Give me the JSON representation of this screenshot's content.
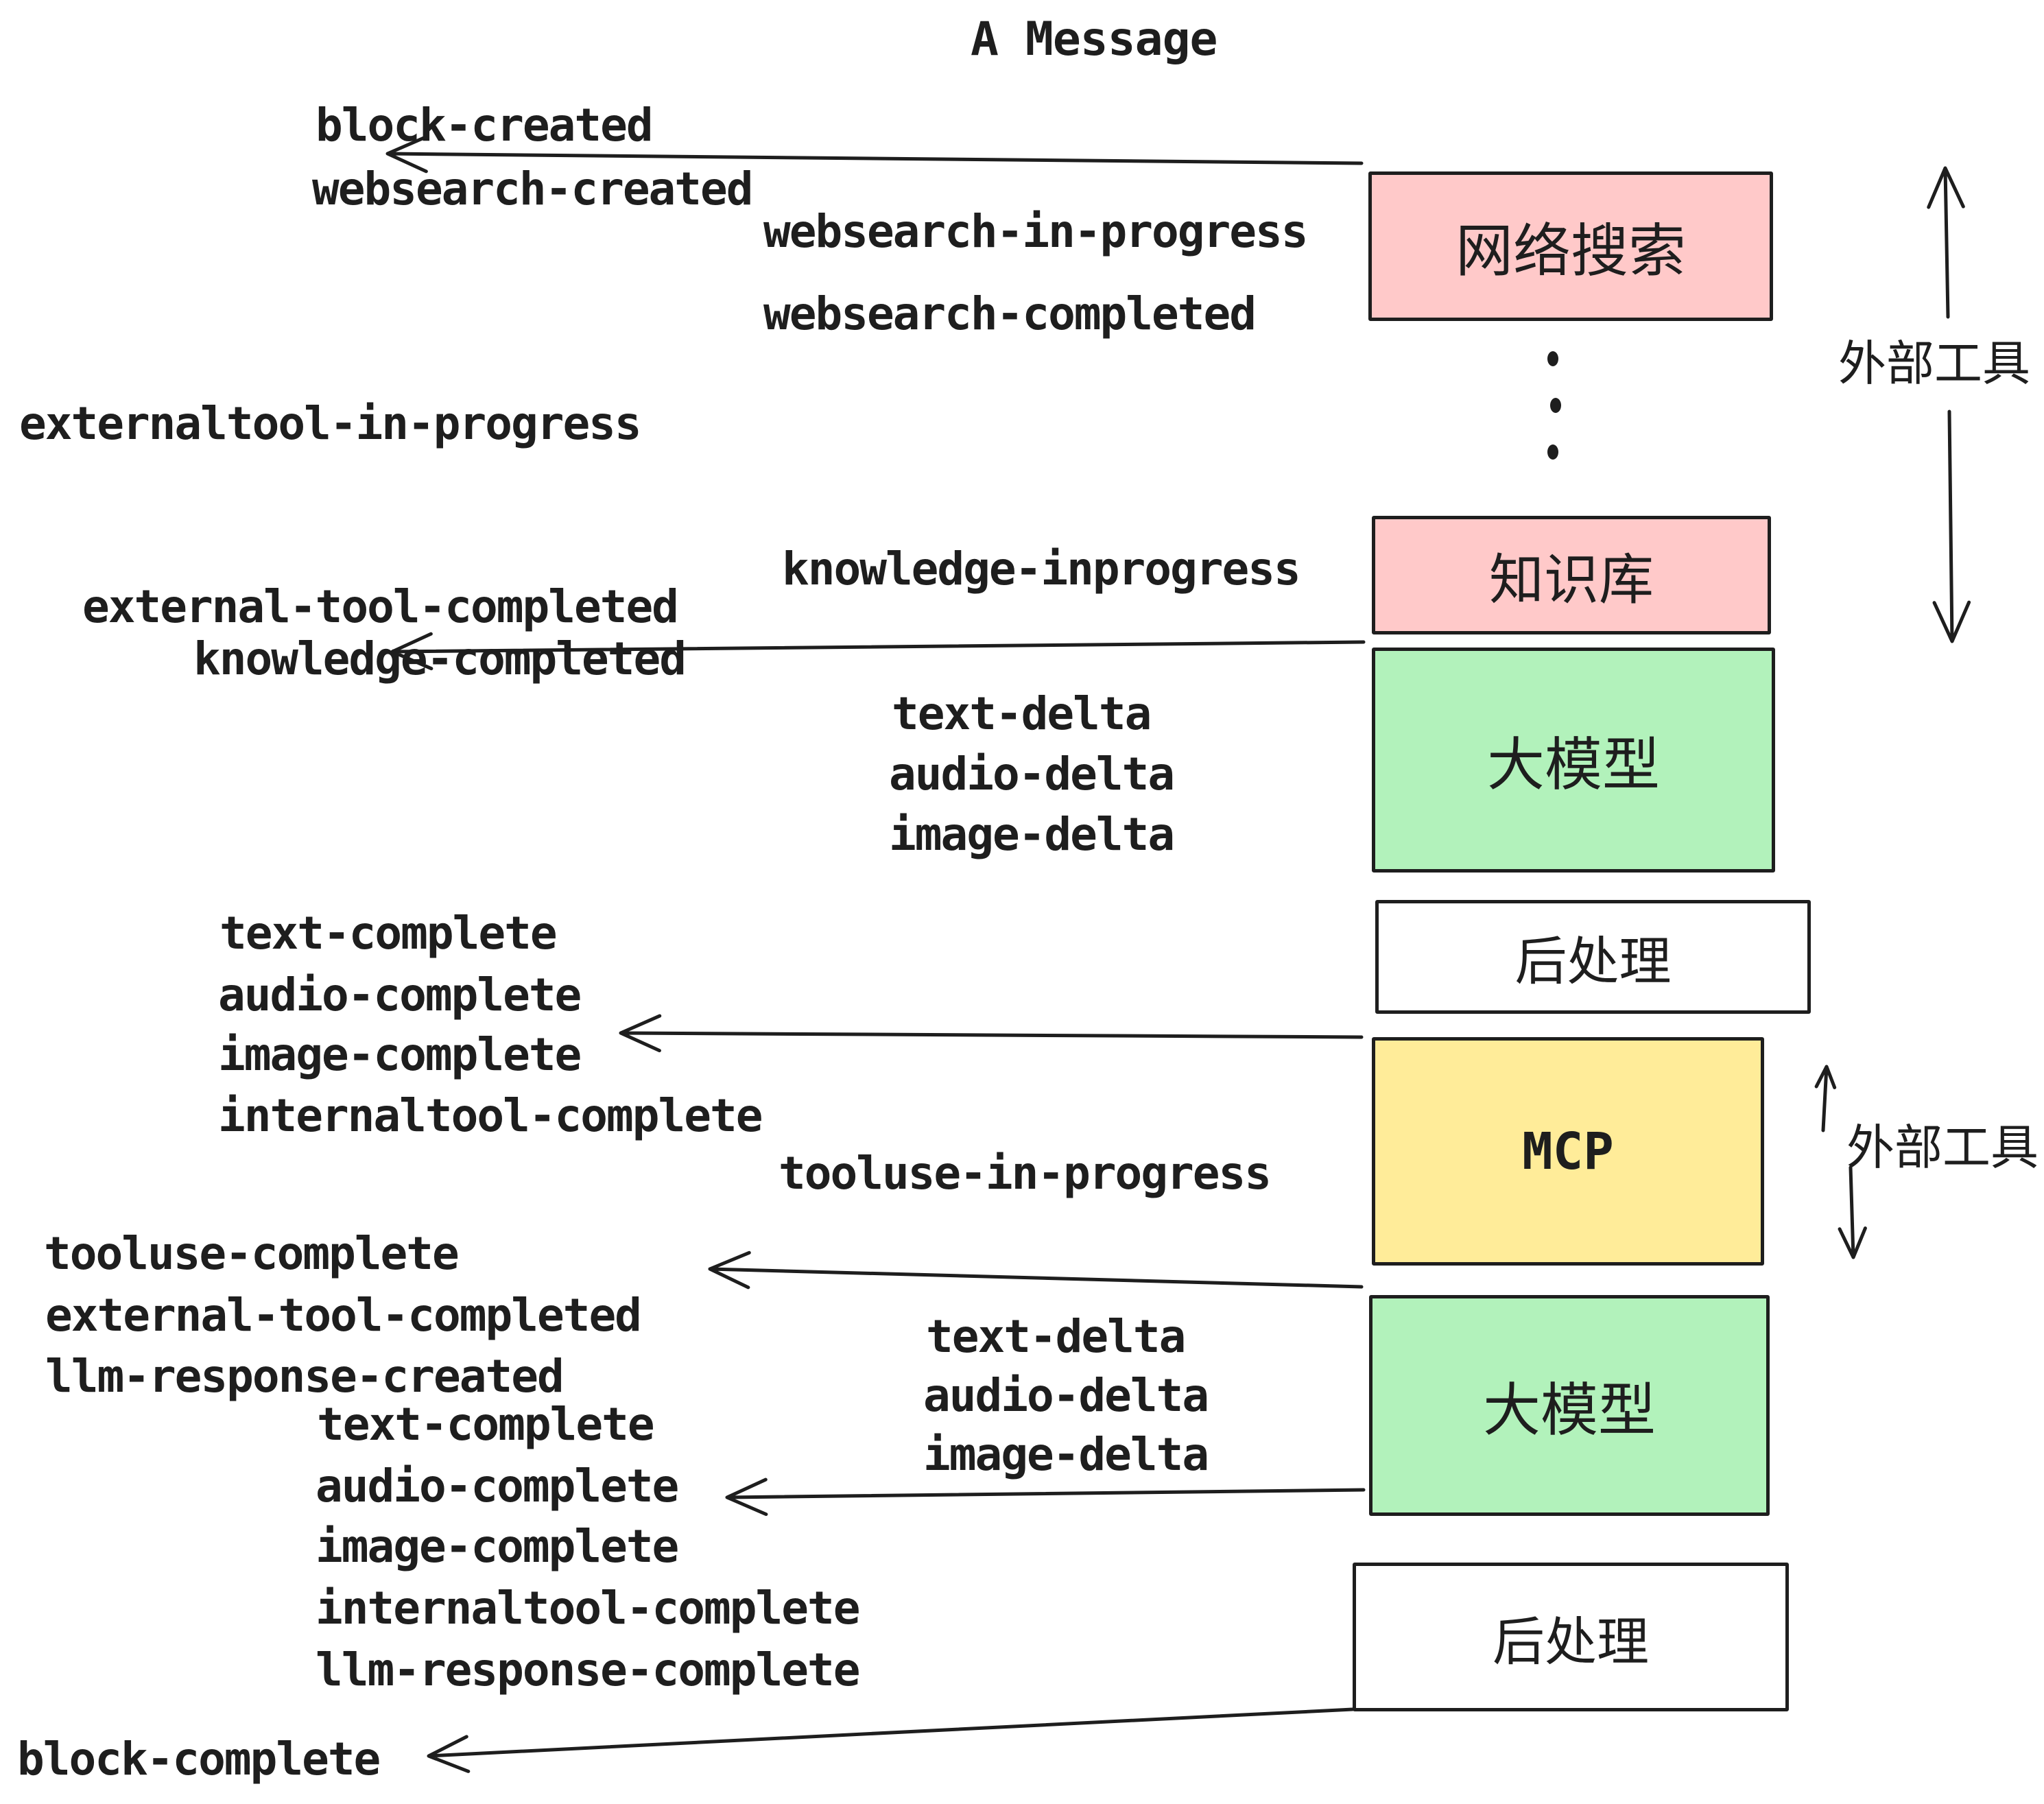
{
  "title": "A Message",
  "colors": {
    "box_pink": "#FFC9C9",
    "box_green": "#B2F2BB",
    "box_yellow": "#FFEC99",
    "box_white": "#FFFFFF",
    "stroke": "#1E1E1E",
    "background": "#FFFFFF"
  },
  "boxes": {
    "websearch": {
      "label": "网络搜索"
    },
    "knowledge": {
      "label": "知识库"
    },
    "llm_top": {
      "label": "大模型"
    },
    "postprocess_top": {
      "label": "后处理"
    },
    "mcp": {
      "label": "MCP"
    },
    "llm_bottom": {
      "label": "大模型"
    },
    "postprocess_bottom": {
      "label": "后处理"
    }
  },
  "side_labels": {
    "external_tools_top": "外部工具",
    "external_tools_mid": "外部工具"
  },
  "events": {
    "block_created": "block-created",
    "websearch_created": "websearch-created",
    "websearch_in_progress": "websearch-in-progress",
    "websearch_completed": "websearch-completed",
    "externaltool_in_progress": "externaltool-in-progress",
    "knowledge_inprogress": "knowledge-inprogress",
    "external_tool_completed": "external-tool-completed",
    "knowledge_completed": "knowledge-completed",
    "text_delta_1": "text-delta",
    "audio_delta_1": "audio-delta",
    "image_delta_1": "image-delta",
    "text_complete_1": "text-complete",
    "audio_complete_1": "audio-complete",
    "image_complete_1": "image-complete",
    "internaltool_complete_1": "internaltool-complete",
    "tooluse_in_progress": "tooluse-in-progress",
    "tooluse_complete": "tooluse-complete",
    "external_tool_completed_2": "external-tool-completed",
    "llm_response_created": "llm-response-created",
    "text_complete_2": "text-complete",
    "audio_complete_2": "audio-complete",
    "image_complete_2": "image-complete",
    "internaltool_complete_2": "internaltool-complete",
    "llm_response_complete": "llm-response-complete",
    "block_complete": "block-complete"
  }
}
